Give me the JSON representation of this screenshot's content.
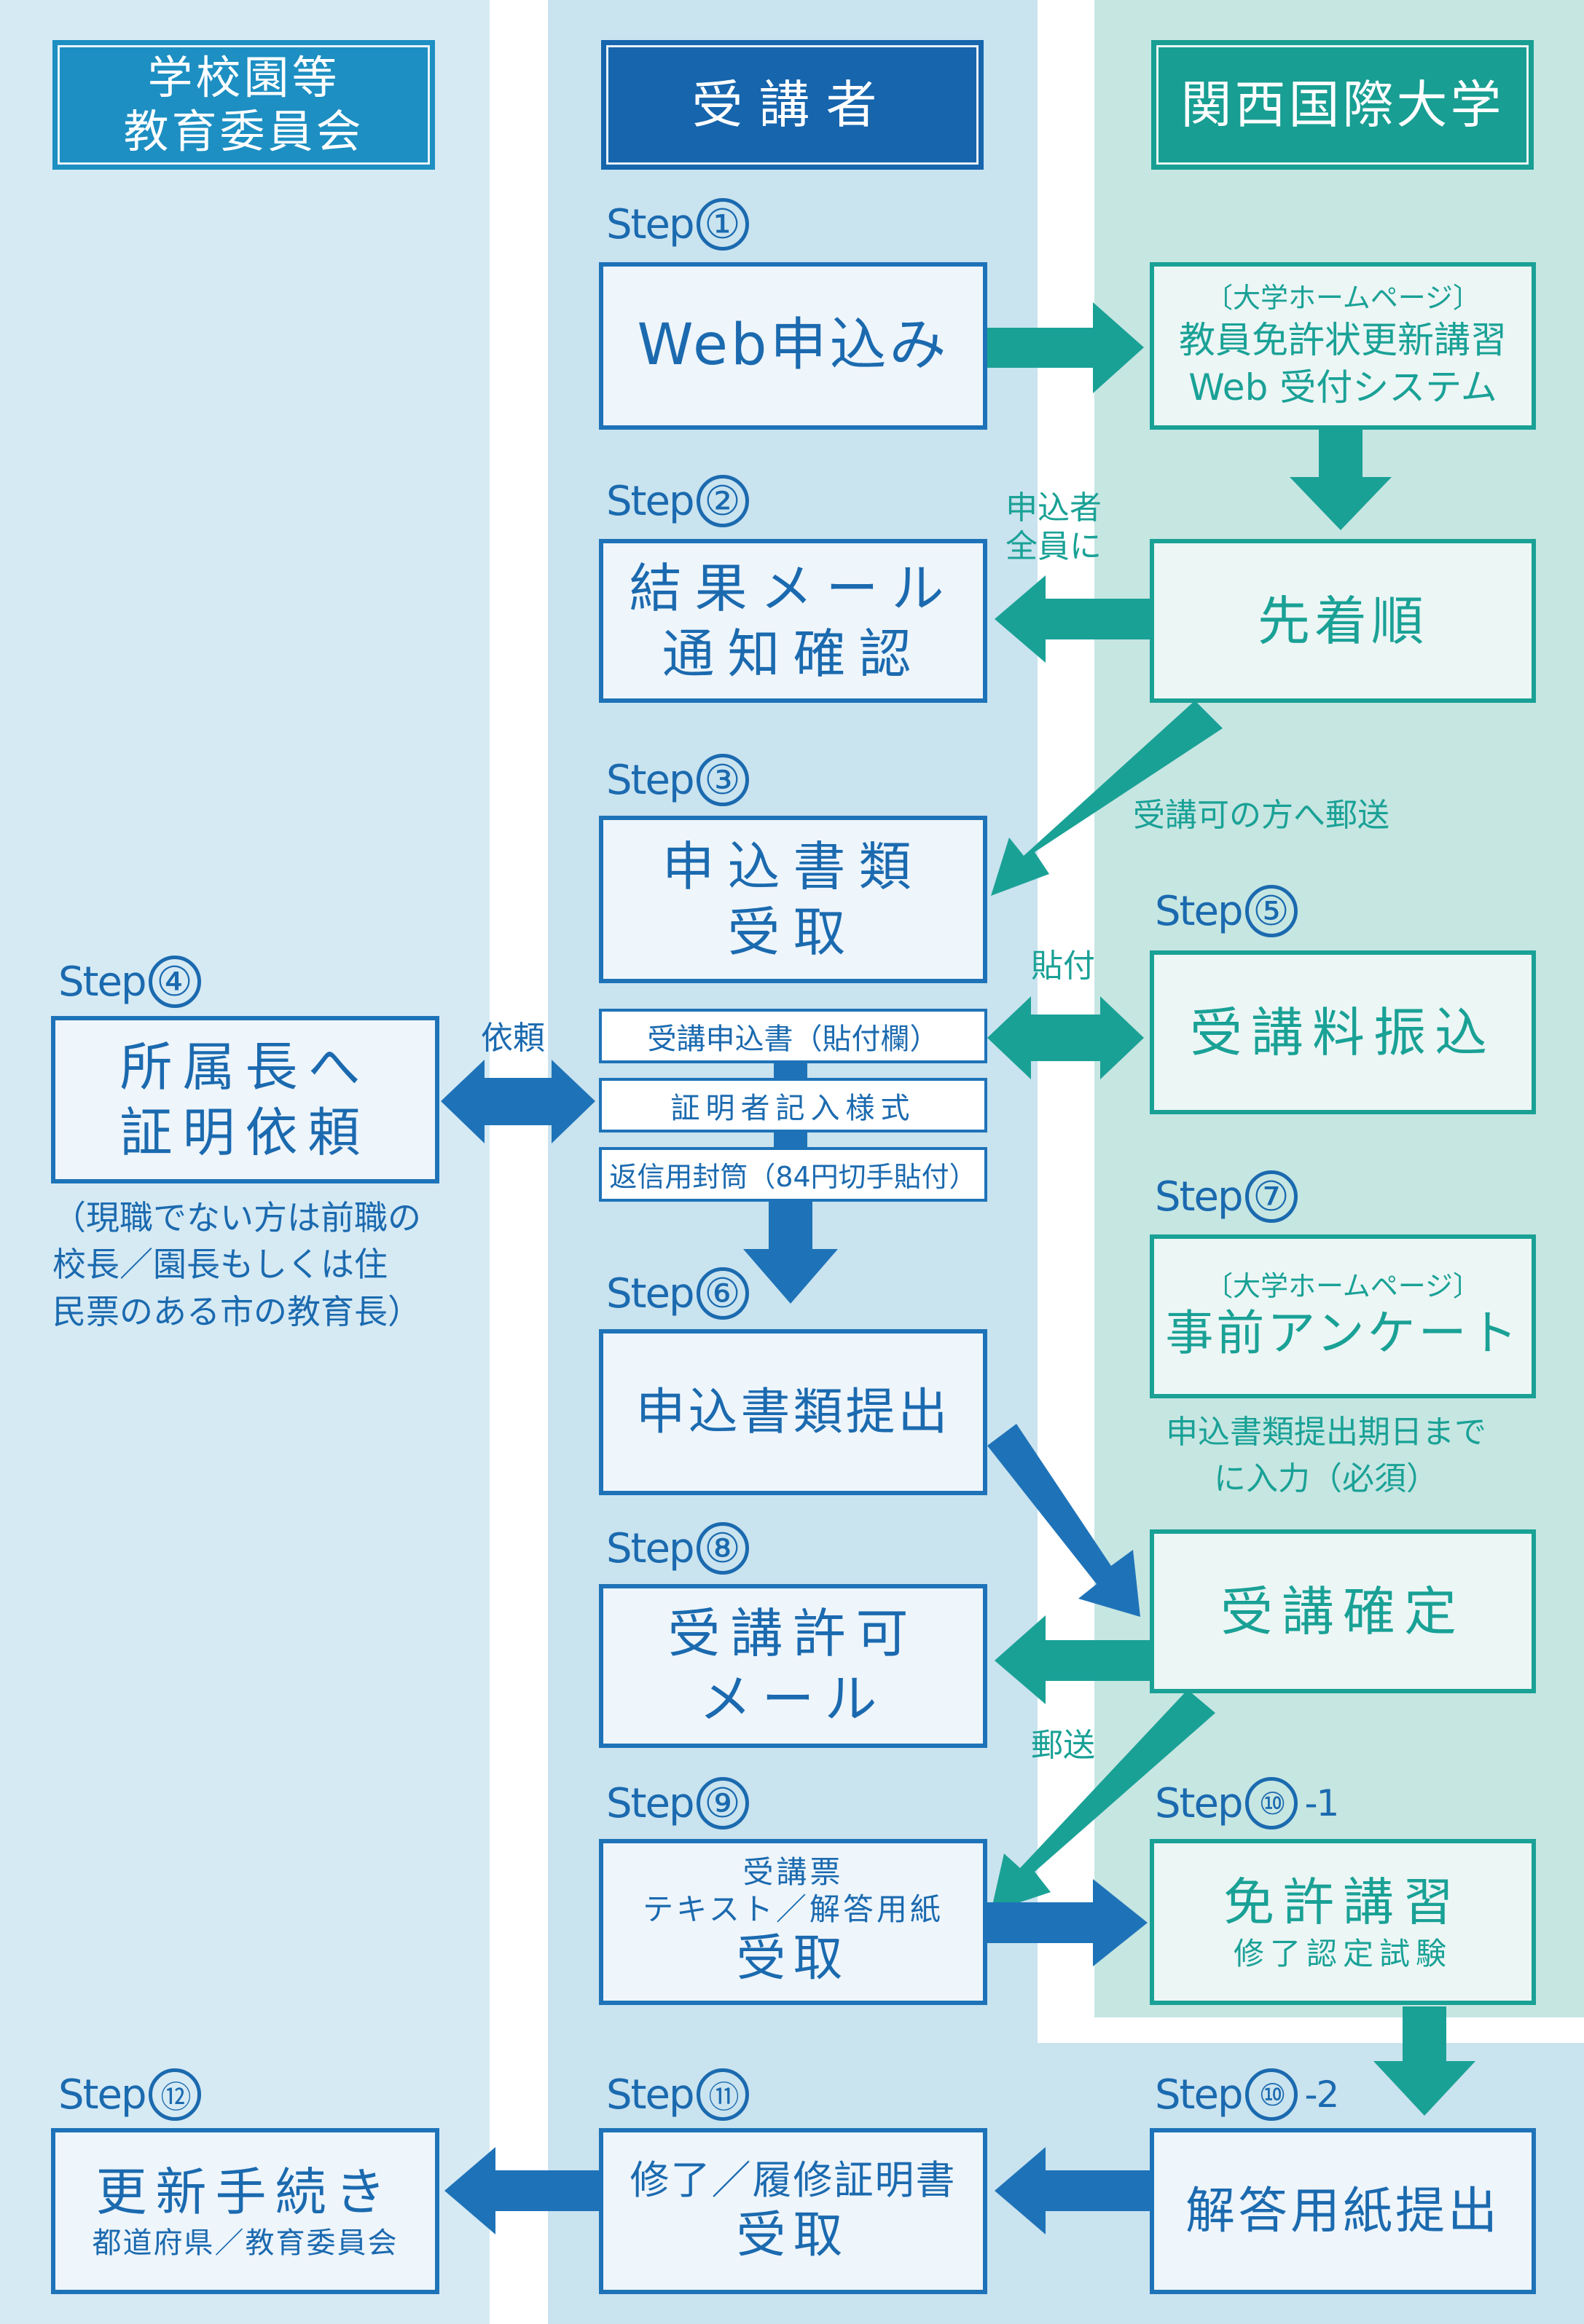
{
  "columns": {
    "left_header": "学校園等\n教育委員会",
    "center_header": "受講者",
    "right_header": "関西国際大学"
  },
  "steps": {
    "step1": {
      "label": "Step",
      "num": "①",
      "box": "Web申込み"
    },
    "step2": {
      "label": "Step",
      "num": "②",
      "box": "結果メール\n通知確認"
    },
    "step3": {
      "label": "Step",
      "num": "③",
      "box": "申込書類\n受取"
    },
    "step4": {
      "label": "Step",
      "num": "④",
      "box": "所属長へ\n証明依頼",
      "note": "（現職でない方は前職の\n校長／園長もしくは住\n民票のある市の教育長）"
    },
    "step5": {
      "label": "Step",
      "num": "⑤",
      "box": "受講料振込"
    },
    "step6": {
      "label": "Step",
      "num": "⑥",
      "box": "申込書類提出"
    },
    "step7": {
      "label": "Step",
      "num": "⑦",
      "box_top": "〔大学ホームページ〕",
      "box_main": "事前アンケート",
      "note": "申込書類提出期日まで\nに入力（必須）"
    },
    "step8": {
      "label": "Step",
      "num": "⑧",
      "box": "受講許可\nメール"
    },
    "step9": {
      "label": "Step",
      "num": "⑨",
      "box_top": "受講票\nテキスト／解答用紙",
      "box_main": "受取"
    },
    "step10_1": {
      "label": "Step",
      "num": "⑩",
      "suffix": "-1",
      "box_main": "免許講習",
      "box_sub": "修了認定試験"
    },
    "step10_2": {
      "label": "Step",
      "num": "⑩",
      "suffix": "-2",
      "box": "解答用紙提出"
    },
    "step11": {
      "label": "Step",
      "num": "⑪",
      "box_main": "修了／履修証明書",
      "box_sub": "受取"
    },
    "step12": {
      "label": "Step",
      "num": "⑫",
      "box_main": "更新手続き",
      "box_sub": "都道府県／教育委員会"
    }
  },
  "university": {
    "web_system_top": "〔大学ホームページ〕",
    "web_system_main": "教員免許状更新講習\nWeb 受付システム",
    "first_come": "先着順",
    "confirm": "受講確定"
  },
  "documents": {
    "doc1": "受講申込書（貼付欄）",
    "doc2": "証明者記入様式",
    "doc3": "返信用封筒（84円切手貼付）"
  },
  "labels": {
    "all_applicants": "申込者\n全員に",
    "mail_to_accepted": "受講可の方へ郵送",
    "attach": "貼付",
    "request": "依頼",
    "mail": "郵送"
  },
  "colors": {
    "blue": "#1e73b8",
    "teal": "#1aa196",
    "left_bg": "#d6eaf4",
    "center_bg": "#c9e3ef",
    "right_bg": "#c6e6e2"
  }
}
